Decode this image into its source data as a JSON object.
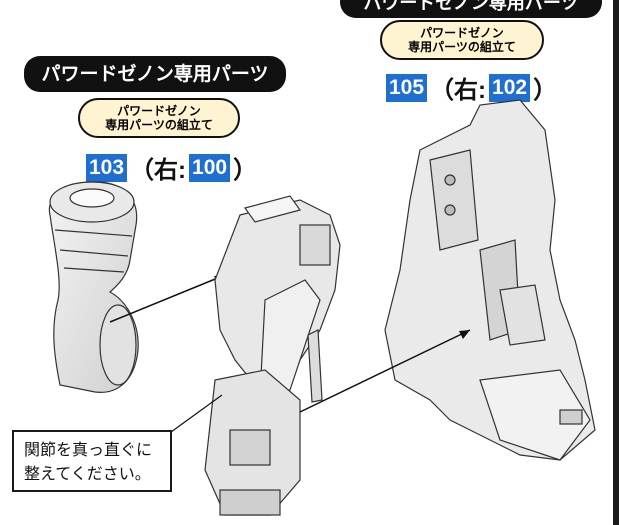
{
  "left_section": {
    "banner": "パワードゼノン専用パーツ",
    "subtitle": [
      "パワードゼノン",
      "専用パーツの組立て"
    ],
    "page": "103",
    "right_label": "（右:",
    "right_page": "100",
    "close": "）"
  },
  "right_section": {
    "banner": "パワードゼノン専用パーツ",
    "subtitle": [
      "パワードゼノン",
      "専用パーツの組立て"
    ],
    "page": "105",
    "right_label": "（右:",
    "right_page": "102",
    "close": "）"
  },
  "note": [
    "関節を真っ直ぐに",
    "整えてください。"
  ],
  "colors": {
    "banner_bg": "#111111",
    "subtitle_bg": "#fff4d2",
    "page_badge": "#1e6fd0"
  }
}
